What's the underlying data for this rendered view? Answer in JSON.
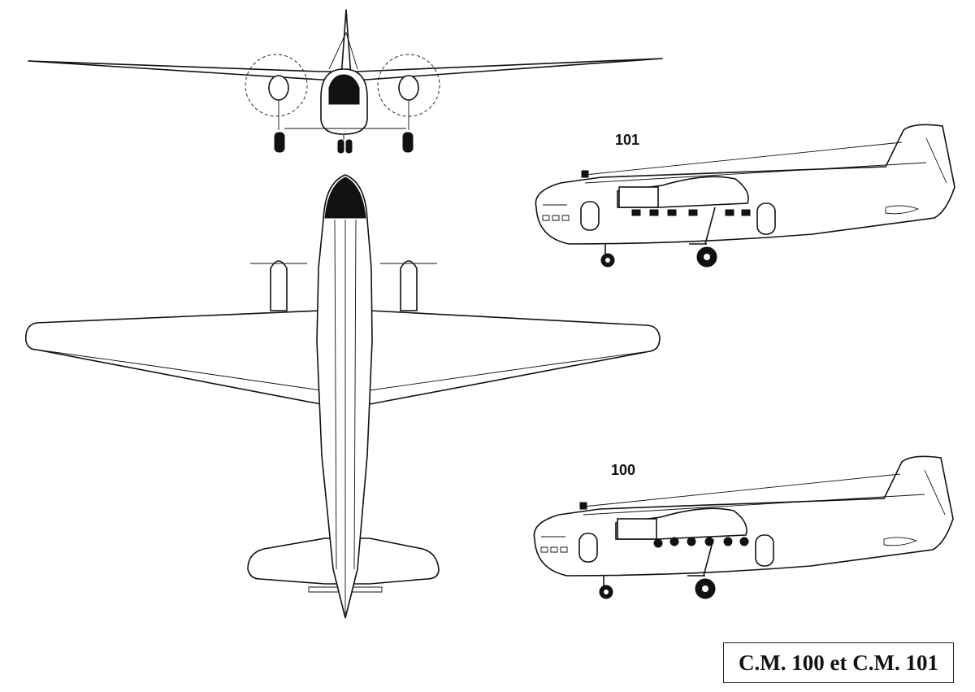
{
  "views": {
    "side_view_upper_label": "101",
    "side_view_lower_label": "100"
  },
  "caption": "C.M. 100 et C.M. 101"
}
